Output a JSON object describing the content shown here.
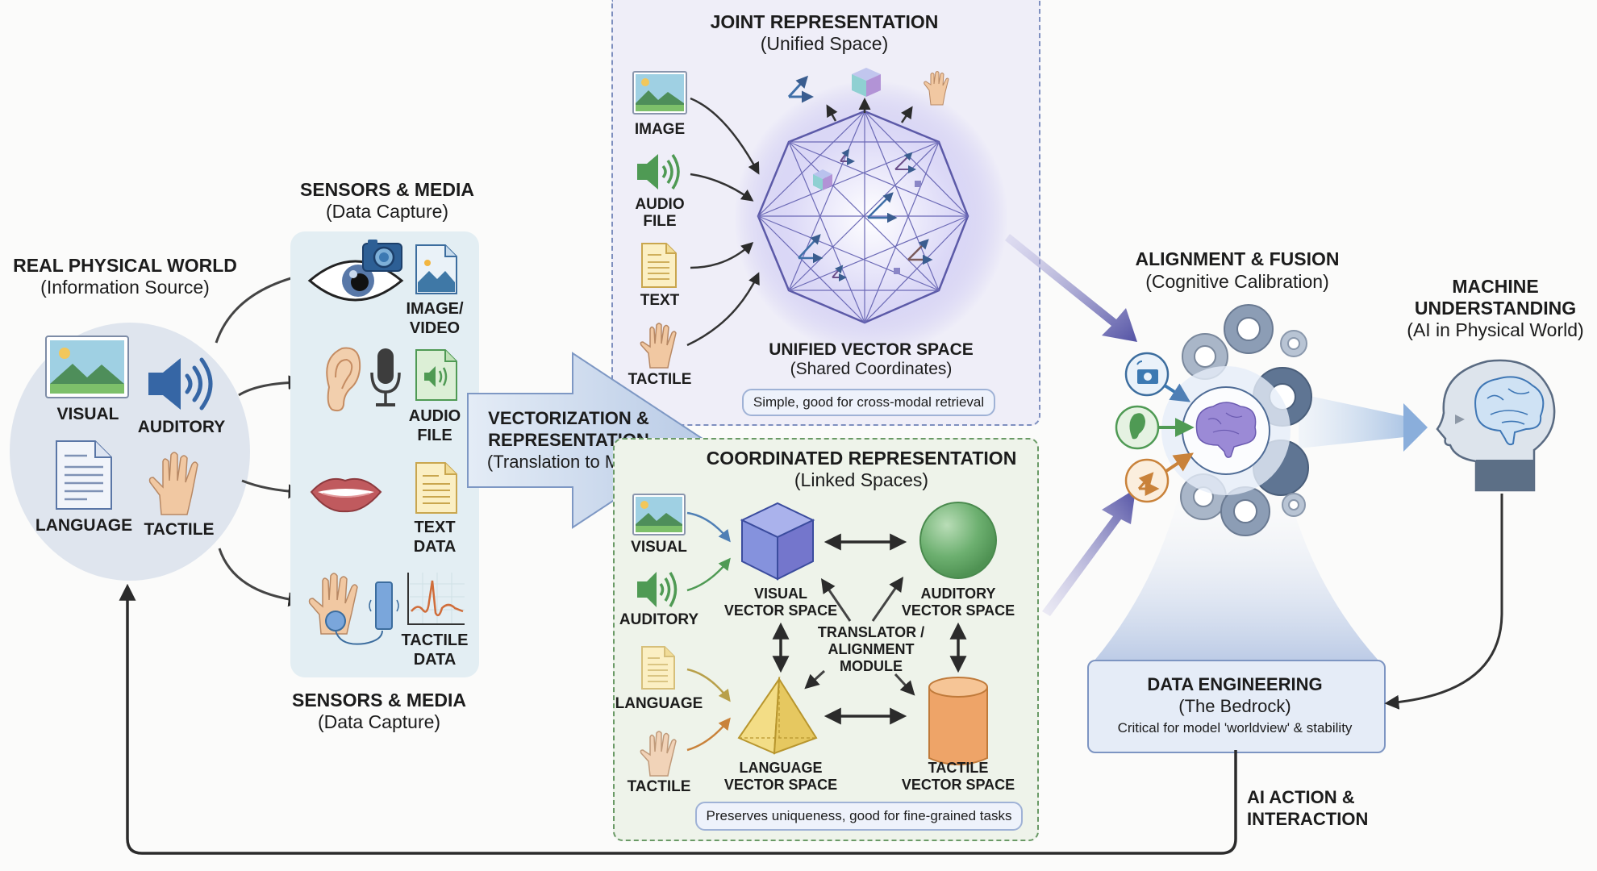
{
  "physical_world": {
    "title": "REAL PHYSICAL WORLD",
    "subtitle": "(Information Source)",
    "items": [
      {
        "label": "VISUAL",
        "icon": "landscape-image-icon"
      },
      {
        "label": "AUDITORY",
        "icon": "speaker-icon"
      },
      {
        "label": "LANGUAGE",
        "icon": "document-icon"
      },
      {
        "label": "TACTILE",
        "icon": "hand-icon"
      }
    ]
  },
  "sensors_top": {
    "title": "SENSORS & MEDIA",
    "subtitle": "(Data Capture)"
  },
  "sensors_bottom": {
    "title": "SENSORS & MEDIA",
    "subtitle": "(Data Capture)"
  },
  "sensors": {
    "rows": [
      {
        "sensor_icons": [
          "eye-icon",
          "camera-icon"
        ],
        "media_icon": "image-file-icon",
        "label_line1": "IMAGE/",
        "label_line2": "VIDEO"
      },
      {
        "sensor_icons": [
          "ear-icon",
          "microphone-icon"
        ],
        "media_icon": "audio-file-icon",
        "label_line1": "AUDIO",
        "label_line2": "FILE"
      },
      {
        "sensor_icons": [
          "mouth-icon"
        ],
        "media_icon": "text-file-icon",
        "label_line1": "TEXT",
        "label_line2": "DATA"
      },
      {
        "sensor_icons": [
          "hand-sensor-icon",
          "vibration-device-icon"
        ],
        "media_icon": "waveform-chart-icon",
        "label_line1": "TACTILE",
        "label_line2": "DATA"
      }
    ]
  },
  "vectorization": {
    "line1": "VECTORIZATION &",
    "line2": "REPRESENTATION",
    "subtitle": "(Translation to Math)"
  },
  "joint": {
    "title": "JOINT REPRESENTATION",
    "subtitle": "(Unified Space)",
    "inputs": [
      {
        "label_line1": "IMAGE",
        "label_line2": "",
        "icon": "image-icon"
      },
      {
        "label_line1": "AUDIO",
        "label_line2": "FILE",
        "icon": "speaker-icon"
      },
      {
        "label_line1": "TEXT",
        "label_line2": "",
        "icon": "text-file-icon"
      },
      {
        "label_line1": "TACTILE",
        "label_line2": "",
        "icon": "hand-icon"
      }
    ],
    "space_title": "UNIFIED VECTOR SPACE",
    "space_subtitle": "(Shared Coordinates)",
    "note": "Simple, good for cross-modal retrieval"
  },
  "coordinated": {
    "title": "COORDINATED REPRESENTATION",
    "subtitle": "(Linked Spaces)",
    "inputs": [
      {
        "label": "VISUAL",
        "icon": "image-icon"
      },
      {
        "label": "AUDITORY",
        "icon": "speaker-icon"
      },
      {
        "label": "LANGUAGE",
        "icon": "text-file-icon"
      },
      {
        "label": "TACTILE",
        "icon": "hand-icon"
      }
    ],
    "spaces": [
      {
        "line1": "VISUAL",
        "line2": "VECTOR SPACE",
        "shape": "cube",
        "color": "#7f8fd8"
      },
      {
        "line1": "AUDITORY",
        "line2": "VECTOR SPACE",
        "shape": "sphere",
        "color": "#6db070"
      },
      {
        "line1": "LANGUAGE",
        "line2": "VECTOR SPACE",
        "shape": "pyramid",
        "color": "#efd57a"
      },
      {
        "line1": "TACTILE",
        "line2": "VECTOR SPACE",
        "shape": "cylinder",
        "color": "#eea468"
      }
    ],
    "translator": {
      "line1": "TRANSLATOR /",
      "line2": "ALIGNMENT",
      "line3": "MODULE"
    },
    "note": "Preserves uniqueness, good for fine-grained tasks"
  },
  "alignment": {
    "title": "ALIGNMENT & FUSION",
    "subtitle": "(Cognitive Calibration)",
    "input_icons": [
      "camera-icon",
      "ear-icon",
      "vector-icon"
    ]
  },
  "machine": {
    "line1": "MACHINE",
    "line2": "UNDERSTANDING",
    "subtitle": "(AI in Physical World)"
  },
  "data_engineering": {
    "title": "DATA ENGINEERING",
    "subtitle": "(The Bedrock)",
    "note": "Critical for model 'worldview' & stability"
  },
  "feedback": {
    "line1": "AI ACTION &",
    "line2": "INTERACTION"
  },
  "colors": {
    "joint_bg": "#efeef8",
    "coordinated_bg": "#eef3ea",
    "sensors_bg": "#e3eef3",
    "world_bg": "#dfe5ee",
    "accent_purple": "#5c5aa8",
    "accent_blue": "#3f6fa8"
  }
}
